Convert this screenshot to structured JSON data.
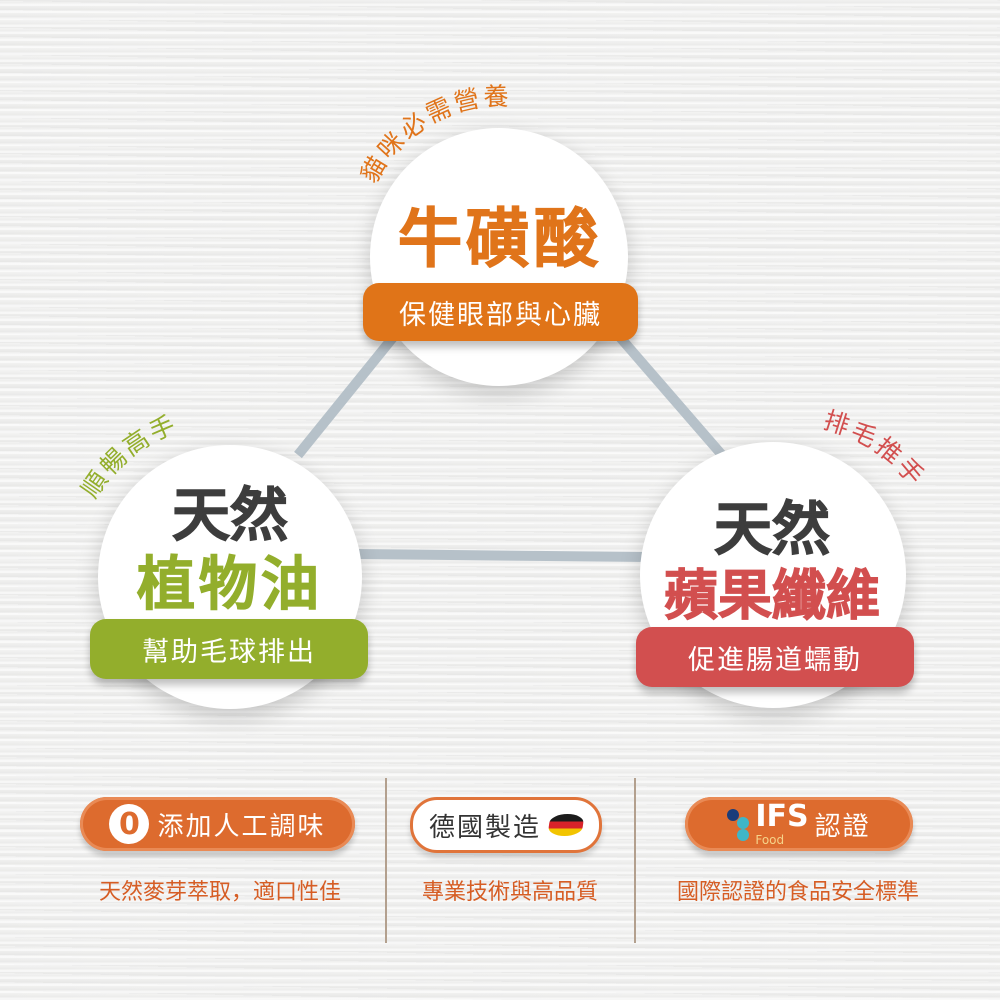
{
  "colors": {
    "orange": "#e0741a",
    "green": "#93ae2c",
    "red": "#d24f4f",
    "gray_text": "#3d3d3d",
    "line": "#b6c1c9"
  },
  "top": {
    "arc_label": "貓咪必需營養",
    "title": "牛磺酸",
    "pill": "保健眼部與心臟"
  },
  "left": {
    "arc_label": "順暢高手",
    "title_line1": "天然",
    "title_line2": "植物油",
    "pill": "幫助毛球排出"
  },
  "right": {
    "arc_label": "排毛推手",
    "title_line1": "天然",
    "title_line2": "蘋果纖維",
    "pill": "促進腸道蠕動"
  },
  "features": [
    {
      "badge_number": "0",
      "badge_text": "添加人工調味",
      "caption": "天然麥芽萃取，適口性佳"
    },
    {
      "badge_text": "德國製造",
      "flag_icon": "germany-flag-icon",
      "caption": "專業技術與高品質"
    },
    {
      "logo_text": "IFS",
      "logo_sub": "Food",
      "badge_text": "認證",
      "caption": "國際認證的食品安全標準"
    }
  ]
}
